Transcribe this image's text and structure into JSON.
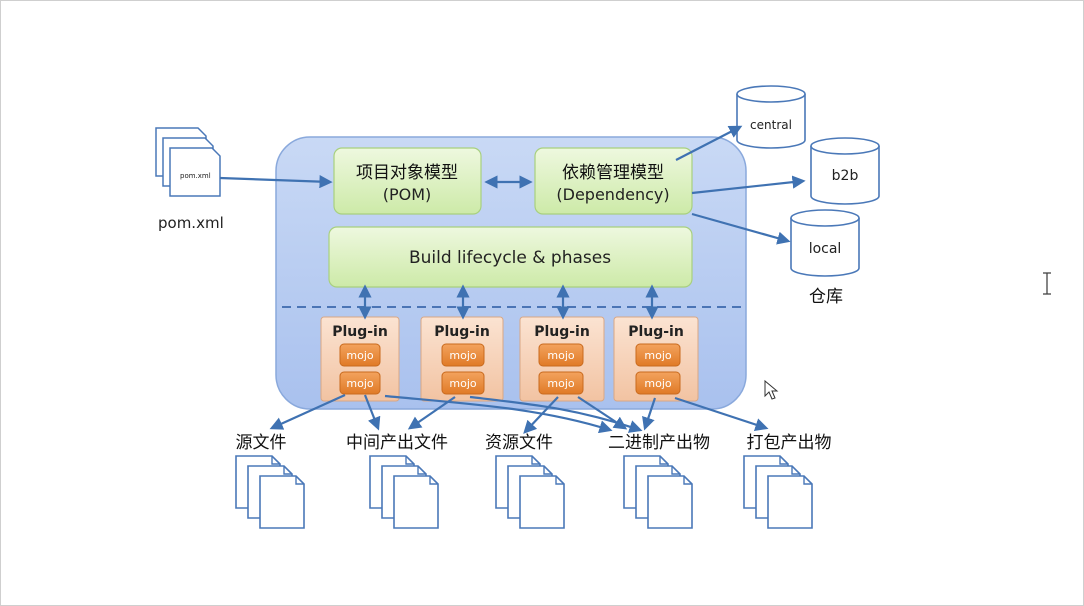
{
  "pom_file": {
    "icon_text": "pom.xml",
    "caption": "pom.xml"
  },
  "pom_model": {
    "line1": "项目对象模型",
    "line2": "(POM)"
  },
  "dependency_model": {
    "line1": "依赖管理模型",
    "line2": "(Dependency)"
  },
  "lifecycle": {
    "label": "Build lifecycle & phases"
  },
  "plugins": [
    {
      "title": "Plug-in",
      "mojos": [
        "mojo",
        "mojo"
      ]
    },
    {
      "title": "Plug-in",
      "mojos": [
        "mojo",
        "mojo"
      ]
    },
    {
      "title": "Plug-in",
      "mojos": [
        "mojo",
        "mojo"
      ]
    },
    {
      "title": "Plug-in",
      "mojos": [
        "mojo",
        "mojo"
      ]
    }
  ],
  "repositories": {
    "items": [
      "central",
      "b2b",
      "local"
    ],
    "caption": "仓库"
  },
  "outputs": [
    "源文件",
    "中间产出文件",
    "资源文件",
    "二进制产出物",
    "打包产出物"
  ],
  "colors": {
    "container": "#b8cdf2",
    "green_box": "#ddf2c4",
    "plugin_box": "#f6d2b8",
    "mojo": "#ea8a3a",
    "arrow": "#3f72b2"
  }
}
